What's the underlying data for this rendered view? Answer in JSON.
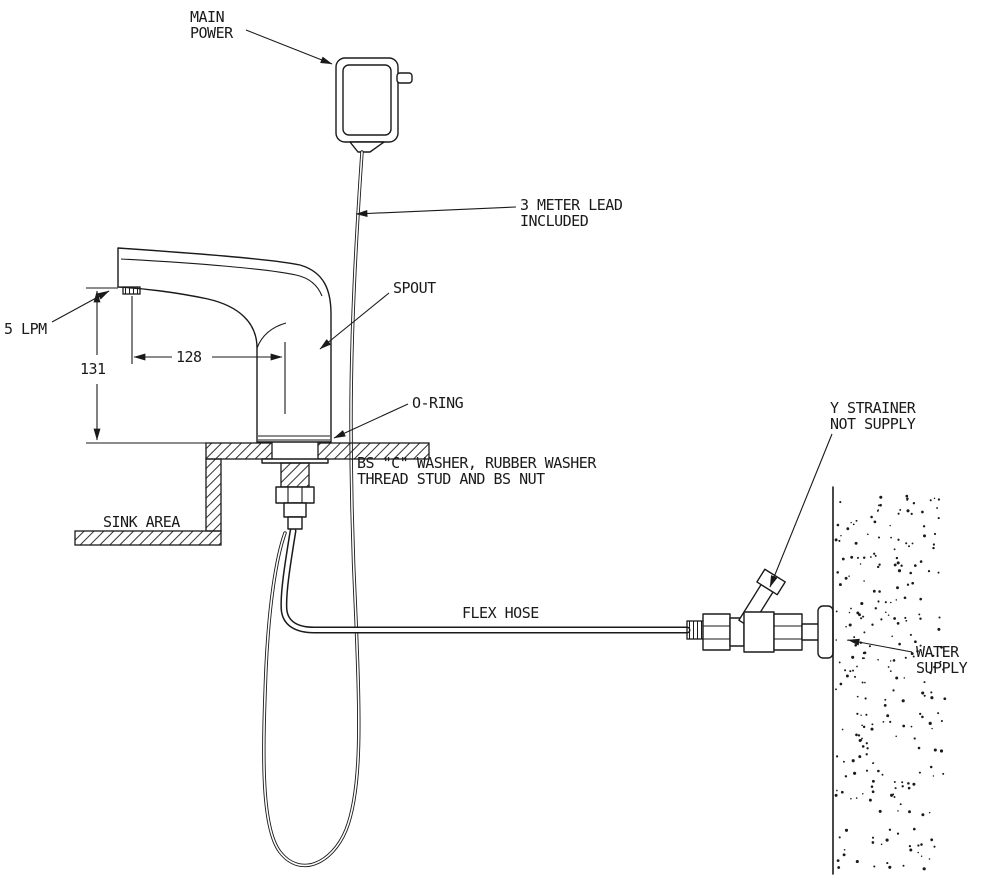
{
  "diagram": {
    "title": "Sensor faucet installation diagram",
    "colors": {
      "line": "#1a1a1a",
      "background": "#ffffff"
    },
    "labels": {
      "main_power_1": "MAIN",
      "main_power_2": "POWER",
      "lead_1": "3 METER LEAD",
      "lead_2": "INCLUDED",
      "spout": "SPOUT",
      "flow_rate": "5 LPM",
      "dim_height": "131",
      "dim_reach": "128",
      "oring": "O-RING",
      "washer_1": "BS \"C\" WASHER, RUBBER WASHER",
      "washer_2": "THREAD STUD AND BS NUT",
      "sink_area": "SINK AREA",
      "flex_hose": "FLEX HOSE",
      "strainer_1": "Y STRAINER",
      "strainer_2": "NOT SUPPLY",
      "water_supply_1": "WATER",
      "water_supply_2": "SUPPLY"
    }
  }
}
